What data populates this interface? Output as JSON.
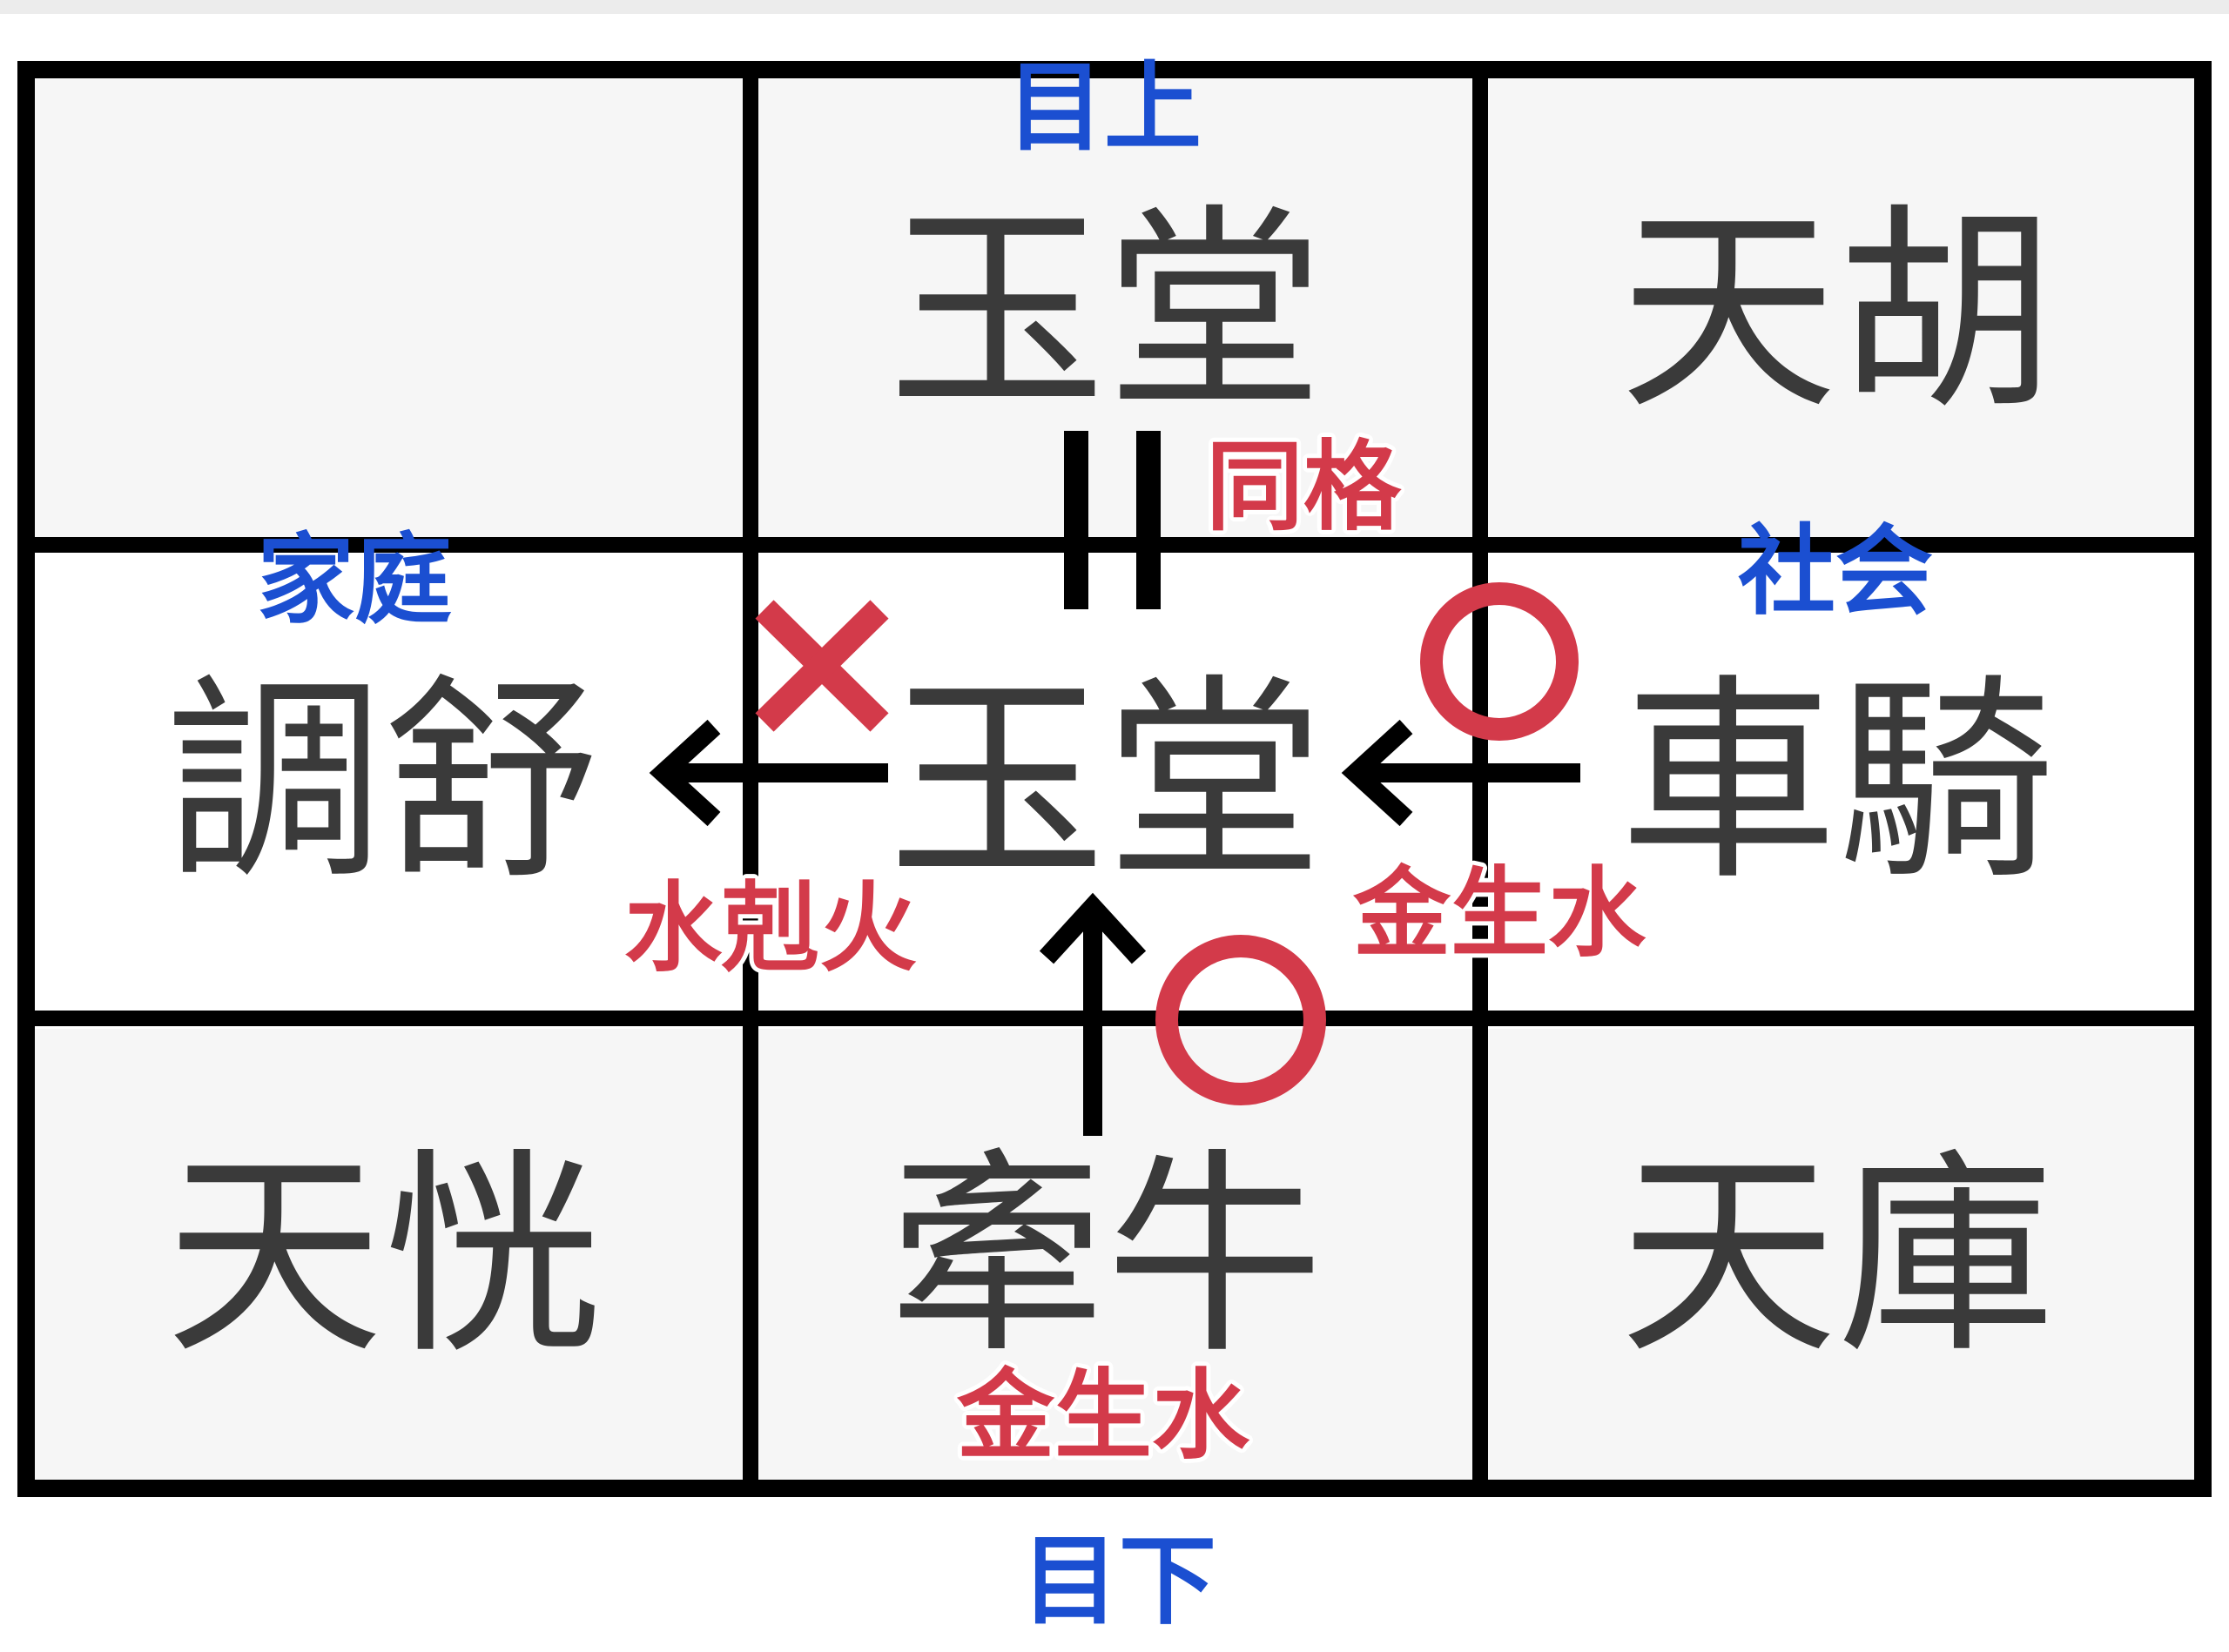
{
  "grid": {
    "top_left": "",
    "top_center": "玉堂",
    "top_right": "天胡",
    "middle_left": "調舒",
    "center": "玉堂",
    "middle_right": "車騎",
    "bottom_left": "天恍",
    "bottom_center": "牽牛",
    "bottom_right": "天庫"
  },
  "labels": {
    "above": "目上",
    "below": "目下",
    "family": "家庭",
    "society": "社会"
  },
  "relations": {
    "top": {
      "text": "同格",
      "symbol": "="
    },
    "left": {
      "text": "水剋火",
      "symbol": "×"
    },
    "right": {
      "text": "金生水",
      "symbol": "○"
    },
    "bottom": {
      "text": "金生水",
      "symbol": "○"
    }
  },
  "colors": {
    "blue": "#1b4fd1",
    "red": "#d33a4a",
    "star_text": "#3a3a3a",
    "cell_bg": "#f6f6f6"
  }
}
